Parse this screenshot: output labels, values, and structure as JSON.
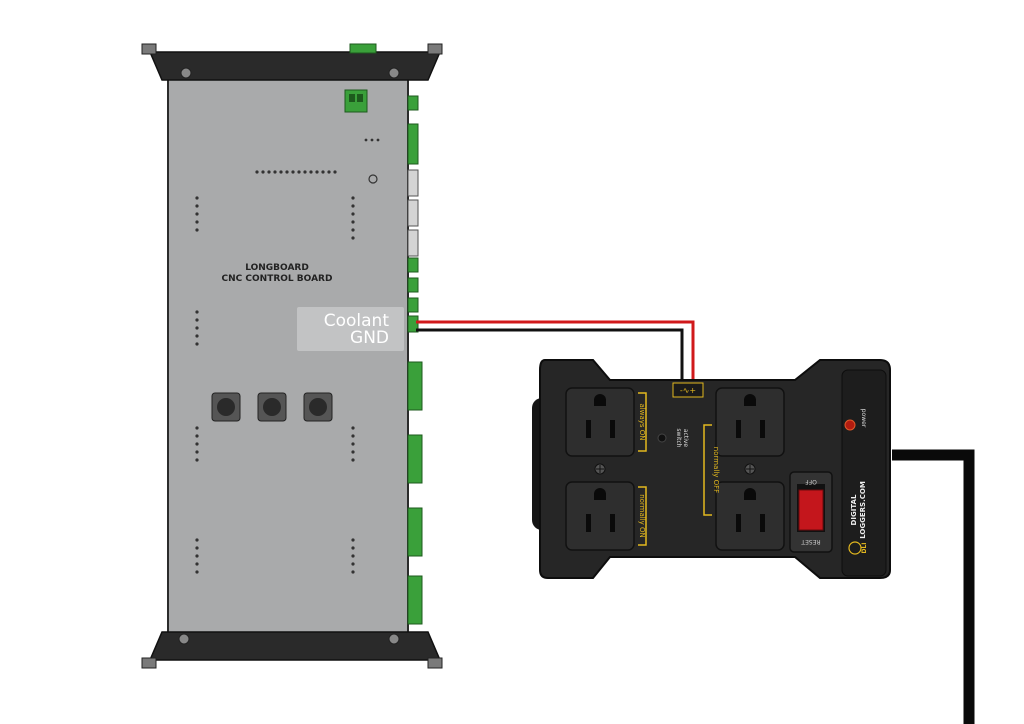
{
  "board": {
    "title_line1": "LONGBOARD",
    "title_line2": "CNC CONTROL BOARD"
  },
  "wiring": {
    "label_coolant": "Coolant",
    "label_gnd": "GND",
    "coolant_wire_color": "#d0191b",
    "gnd_wire_color": "#111111"
  },
  "relay": {
    "label_always_on": "always ON",
    "label_normally_on": "normally ON",
    "label_normally_off": "normally OFF",
    "label_switch": "switch",
    "label_active": "active",
    "label_power": "power",
    "label_brand_line1": "DIGITAL",
    "label_brand_line2": "LOGGERS.COM",
    "label_logo": "DLI",
    "label_reset": "RESET",
    "label_off": "OFF",
    "label_input_symbol": "-∿+",
    "accent_color": "#e3b81f"
  }
}
